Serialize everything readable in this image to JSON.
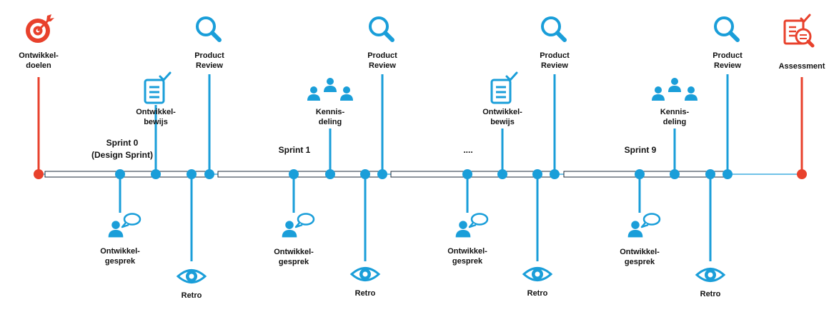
{
  "colors": {
    "blue": "#1a9ed9",
    "red": "#e8412c",
    "dark": "#111111"
  },
  "start": {
    "icon": "target-icon",
    "label": [
      "Ontwikkel-",
      "doelen"
    ]
  },
  "end": {
    "icon": "assessment-icon",
    "label": [
      "Assessment"
    ]
  },
  "sprints": [
    {
      "label": [
        "Sprint 0",
        "(Design Sprint)"
      ]
    },
    {
      "label": [
        "Sprint 1"
      ]
    },
    {
      "label": [
        "...."
      ]
    },
    {
      "label": [
        "Sprint 9"
      ]
    }
  ],
  "above_events": [
    {
      "icon": "document-check-icon",
      "label": [
        "Ontwikkel-",
        "bewijs"
      ]
    },
    {
      "icon": "magnifier-icon",
      "label": [
        "Product",
        "Review"
      ]
    },
    {
      "icon": "group-icon",
      "label": [
        "Kennis-",
        "deling"
      ]
    },
    {
      "icon": "magnifier-icon",
      "label": [
        "Product",
        "Review"
      ]
    },
    {
      "icon": "document-check-icon",
      "label": [
        "Ontwikkel-",
        "bewijs"
      ]
    },
    {
      "icon": "magnifier-icon",
      "label": [
        "Product",
        "Review"
      ]
    },
    {
      "icon": "group-icon",
      "label": [
        "Kennis-",
        "deling"
      ]
    },
    {
      "icon": "magnifier-icon",
      "label": [
        "Product",
        "Review"
      ]
    }
  ],
  "below_events": [
    {
      "icon": "person-chat-icon",
      "label": [
        "Ontwikkel-",
        "gesprek"
      ]
    },
    {
      "icon": "eye-icon",
      "label": [
        "Retro"
      ]
    },
    {
      "icon": "person-chat-icon",
      "label": [
        "Ontwikkel-",
        "gesprek"
      ]
    },
    {
      "icon": "eye-icon",
      "label": [
        "Retro"
      ]
    },
    {
      "icon": "person-chat-icon",
      "label": [
        "Ontwikkel-",
        "gesprek"
      ]
    },
    {
      "icon": "eye-icon",
      "label": [
        "Retro"
      ]
    },
    {
      "icon": "person-chat-icon",
      "label": [
        "Ontwikkel-",
        "gesprek"
      ]
    },
    {
      "icon": "eye-icon",
      "label": [
        "Retro"
      ]
    }
  ]
}
